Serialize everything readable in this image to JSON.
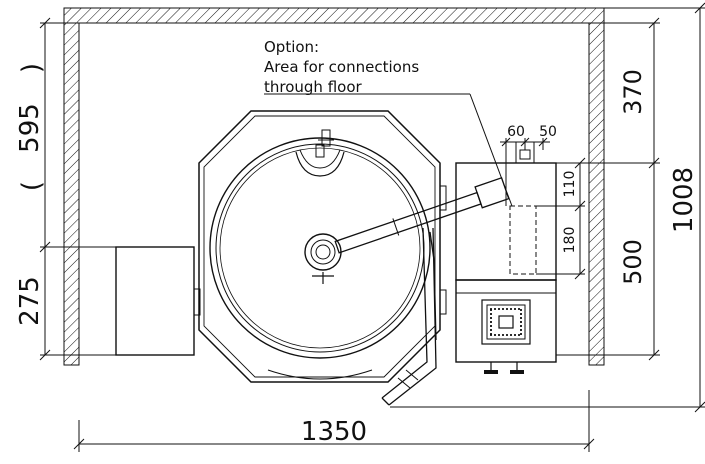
{
  "note": {
    "line1": "Option:",
    "line2": "Area for connections",
    "line3": "through floor"
  },
  "dimensions": {
    "total_width": "1350",
    "total_depth": "1008",
    "rear_clearance": "370",
    "unit_depth": "500",
    "left_height": "595",
    "left_open": "(",
    "left_close": ")",
    "lower_left": "275",
    "top_a": "60",
    "top_b": "50",
    "side_a": "110",
    "side_b": "180"
  }
}
